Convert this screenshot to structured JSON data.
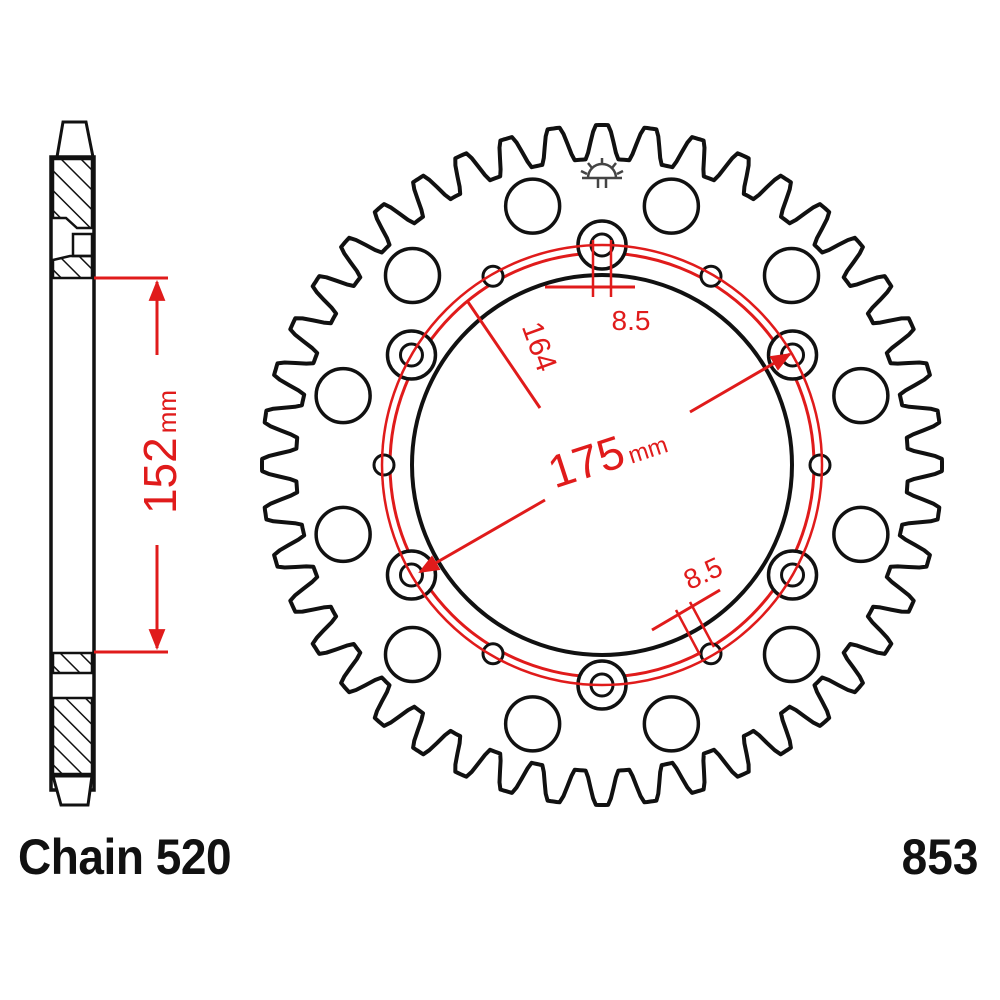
{
  "diagram": {
    "type": "sprocket-technical-drawing",
    "side_profile": {
      "dimension_value": "152",
      "dimension_unit": "mm"
    },
    "front_view": {
      "bolt_circle_diameter_value": "175",
      "bolt_circle_diameter_unit": "mm",
      "center_bore_diameter": "164",
      "bolt_hole_size_top": "8.5",
      "bolt_hole_size_bottom": "8.5",
      "bolt_hole_count": 6,
      "small_hole_count": 6,
      "lightening_hole_count": 12,
      "tooth_count": 44,
      "logo_icon": "sun-logo-icon"
    },
    "footer": {
      "chain_label": "Chain 520",
      "part_number": "853"
    },
    "colors": {
      "outline": "#111111",
      "dimension": "#e01b1b",
      "background": "#ffffff"
    }
  }
}
